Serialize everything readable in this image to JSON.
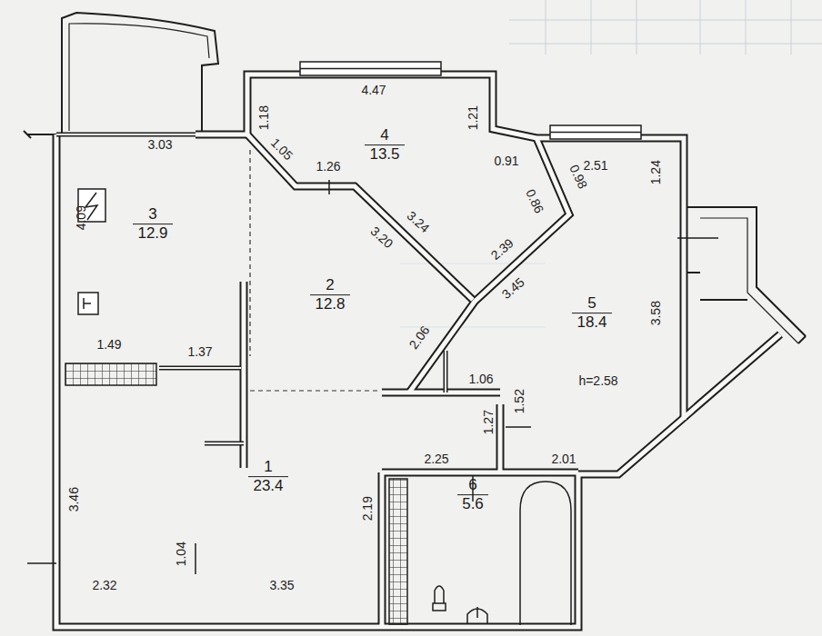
{
  "diagram": {
    "nodes": [
      {
        "text": [
          "4",
          "13.5"
        ]
      },
      {
        "text": [
          "3",
          "12.9"
        ]
      },
      {
        "text": [
          "2",
          "12.8"
        ]
      },
      {
        "text": [
          "5",
          "18.4"
        ]
      },
      {
        "text": [
          "1",
          "23.4"
        ]
      },
      {
        "text": [
          "6",
          "5.6"
        ]
      }
    ],
    "labels": [
      "3.03",
      "1.18",
      "4.47",
      "1.21",
      "1.05",
      "1.26",
      "0.91",
      "2.51",
      "1.24",
      "0.98",
      "0.86",
      "3.24",
      "3.20",
      "2.39",
      "4.09",
      "3.45",
      "3.58",
      "2.06",
      "1.49",
      "1.37",
      "1.06",
      "h=2.58",
      "1.52",
      "1.27",
      "2.25",
      "2.01",
      "3.46",
      "2.19",
      "1.04",
      "2.32",
      "3.35"
    ]
  }
}
